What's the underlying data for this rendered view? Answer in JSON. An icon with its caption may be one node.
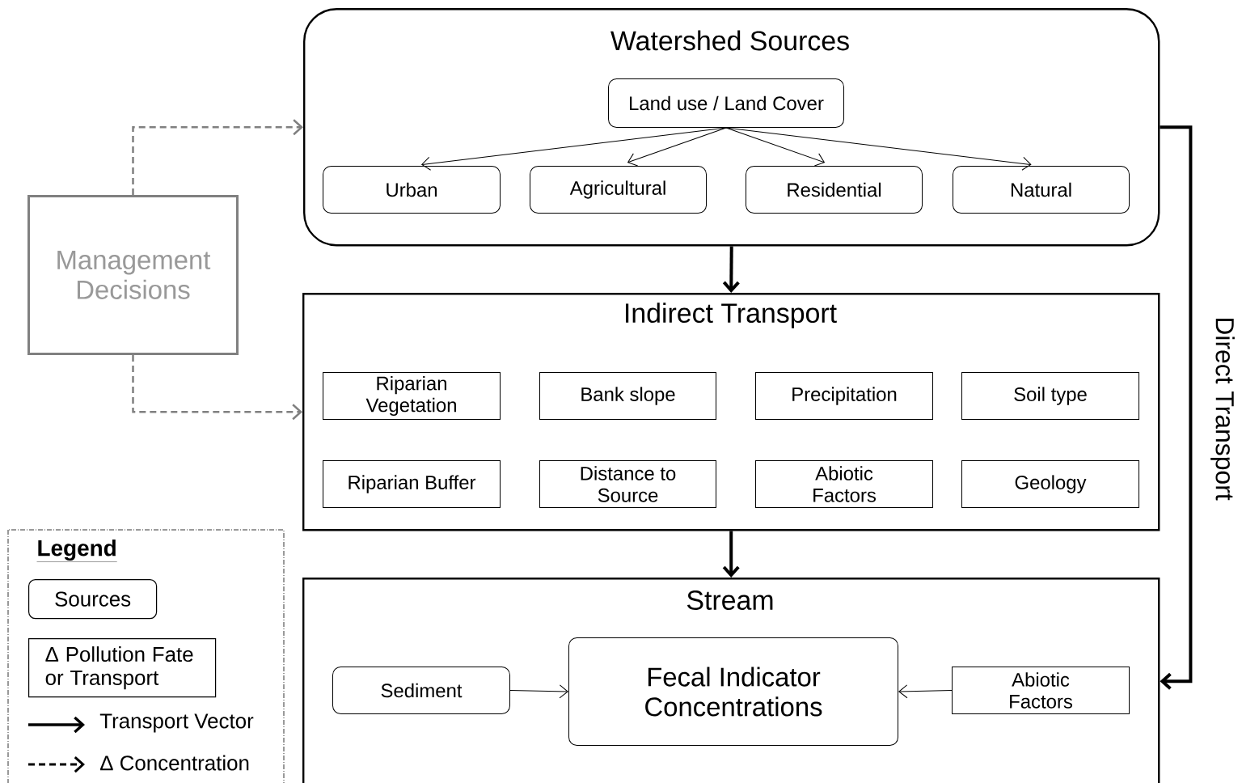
{
  "diagram": {
    "nodes": [
      {
        "text": [
          "Watershed Sources"
        ]
      },
      {
        "text": [
          "Land use / Land Cover"
        ],
        "in": 0
      },
      {
        "text": [
          "Urban"
        ],
        "in": 0
      },
      {
        "text": [
          "Agricultural"
        ],
        "in": 0
      },
      {
        "text": [
          "Residential"
        ],
        "in": 0
      },
      {
        "text": [
          "Natural"
        ],
        "in": 0
      },
      {
        "text": [
          "Indirect Transport"
        ]
      },
      {
        "text": [
          "Riparian Vegetation"
        ],
        "in": 6
      },
      {
        "text": [
          "Bank slope"
        ],
        "in": 6
      },
      {
        "text": [
          "Precipitation"
        ],
        "in": 6
      },
      {
        "text": [
          "Soil type"
        ],
        "in": 6
      },
      {
        "text": [
          "Riparian Buffer"
        ],
        "in": 6
      },
      {
        "text": [
          "Distance to Source"
        ],
        "in": 6
      },
      {
        "text": [
          "Abiotic Factors"
        ],
        "in": 6
      },
      {
        "text": [
          "Geology"
        ],
        "in": 6
      },
      {
        "text": [
          "Stream"
        ]
      },
      {
        "text": [
          "Sediment"
        ],
        "in": 15
      },
      {
        "text": [
          "Fecal Indicator Concentrations"
        ],
        "in": 15
      },
      {
        "text": [
          "Abiotic Factors"
        ],
        "in": 15
      },
      {
        "text": [
          "Management Decisions"
        ]
      }
    ],
    "edges": [
      {
        "from": 1,
        "to": 2,
        "arrow": "to"
      },
      {
        "from": 1,
        "to": 3,
        "arrow": "to"
      },
      {
        "from": 1,
        "to": 4,
        "arrow": "to"
      },
      {
        "from": 1,
        "to": 5,
        "arrow": "to"
      },
      {
        "from": 0,
        "to": 6,
        "arrow": "to",
        "style": "thick"
      },
      {
        "from": 6,
        "to": 15,
        "arrow": "to",
        "style": "thick"
      },
      {
        "from": 0,
        "to": 15,
        "arrow": "to",
        "style": "thick",
        "label": "Direct Transport"
      },
      {
        "from": 19,
        "to": 0,
        "arrow": "to",
        "style": "dashed",
        "color": "#808080"
      },
      {
        "from": 19,
        "to": 6,
        "arrow": "to",
        "style": "dashed",
        "color": "#808080"
      },
      {
        "from": 16,
        "to": 17,
        "arrow": "to"
      },
      {
        "from": 18,
        "to": 17,
        "arrow": "to"
      }
    ],
    "labels": [
      "Legend"
    ],
    "legend": [
      {
        "text": "Sources"
      },
      {
        "text": "Δ Pollution Fate or Transport"
      },
      {
        "text": "Transport Vector"
      },
      {
        "text": "Δ Concentration"
      }
    ]
  }
}
